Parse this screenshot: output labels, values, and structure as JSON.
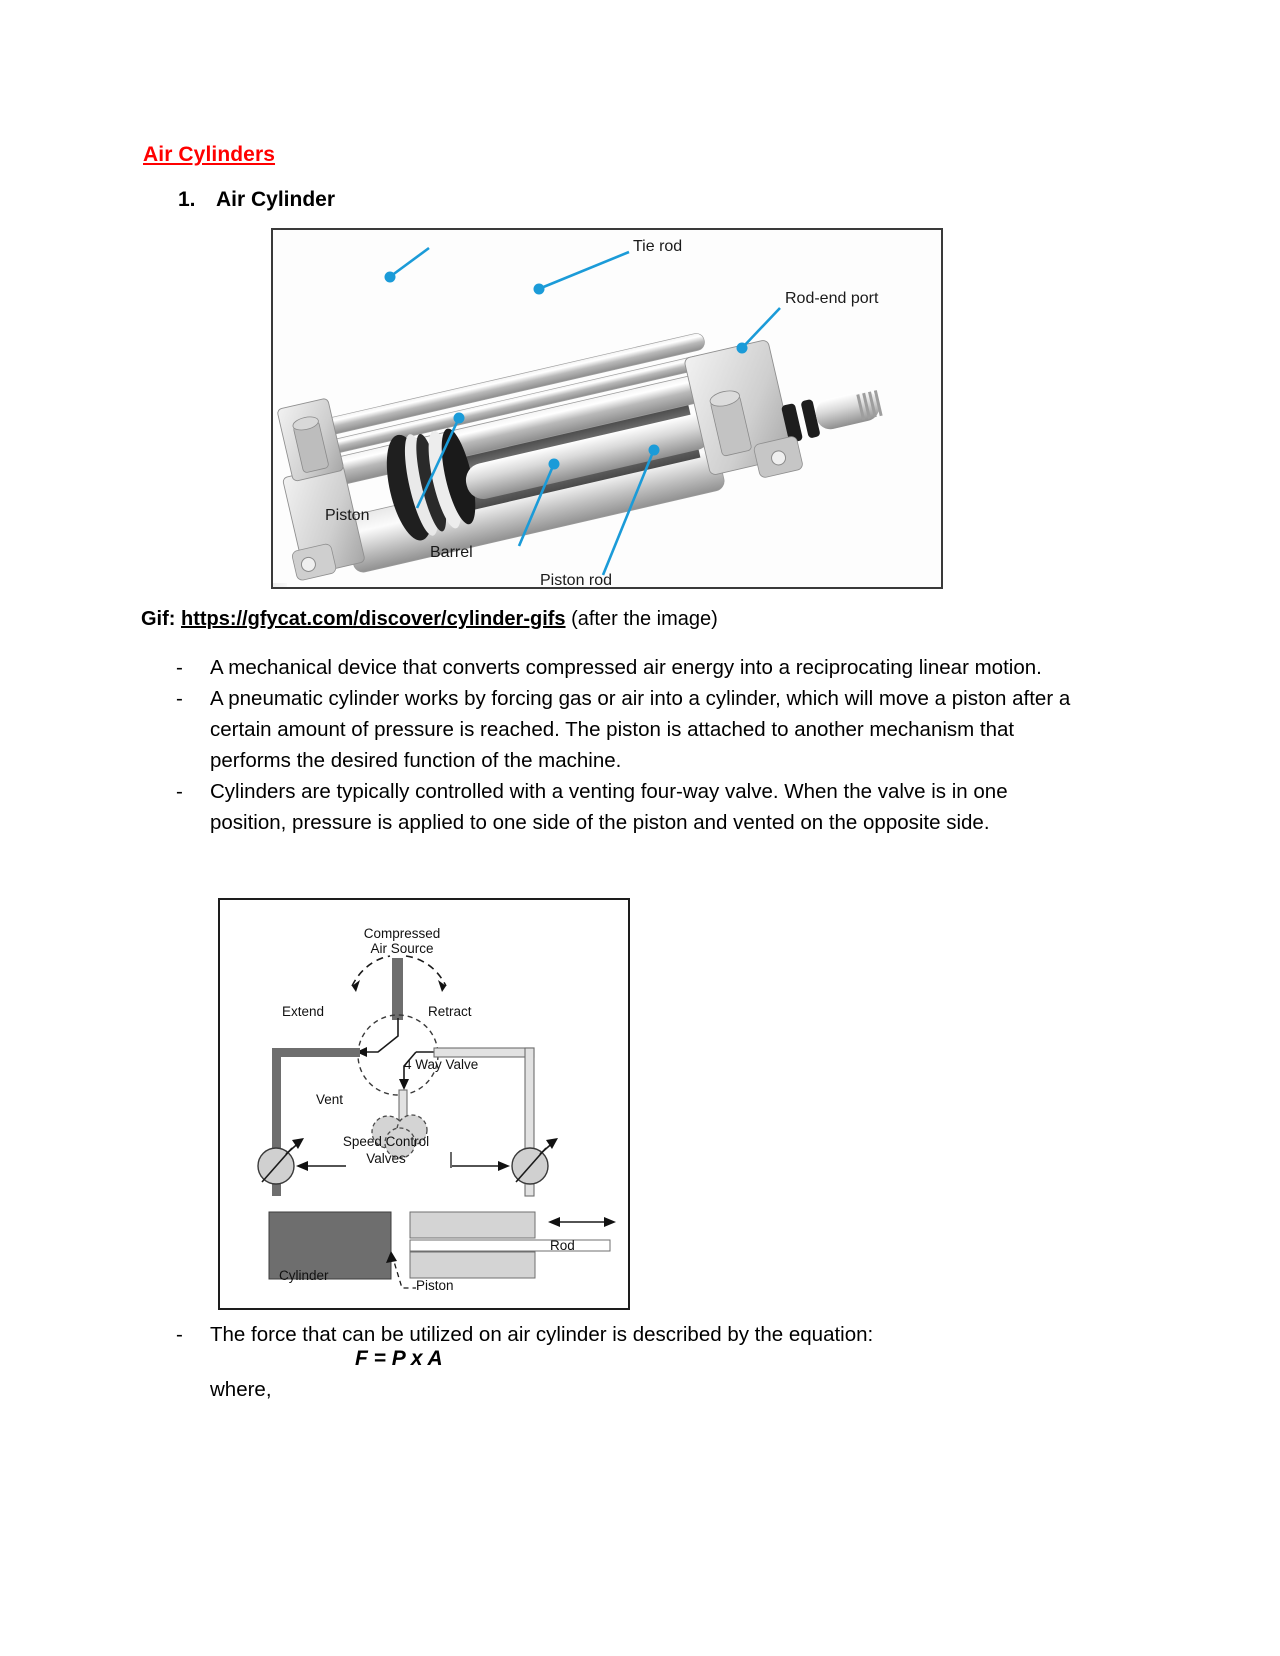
{
  "document": {
    "title": "Air Cylinders",
    "section": {
      "number": "1.",
      "heading": "Air Cylinder"
    }
  },
  "figure1": {
    "name": "air-cylinder-cutaway-photo",
    "labels": {
      "tie_rod": "Tie rod",
      "rod_end_port": "Rod-end port",
      "piston": "Piston",
      "barrel": "Barrel",
      "piston_rod": "Piston rod"
    },
    "callout_color": "#1b9bd8"
  },
  "gif_line": {
    "label": "Gif:",
    "url": "https://gfycat.com/discover/cylinder-gifs",
    "after": " (after the image)"
  },
  "bullets": [
    {
      "marker": "-",
      "text": "A mechanical device that converts compressed air energy into a reciprocating linear motion."
    },
    {
      "marker": "-",
      "text": "A pneumatic cylinder works by forcing gas or air into a cylinder, which will move a piston after a certain amount of pressure is reached. The piston is attached to another mechanism that performs the desired function of the machine."
    },
    {
      "marker": "-",
      "text": "Cylinders are typically controlled with a venting four-way valve. When the valve is in one position, pressure is applied to one side of the piston and vented on the opposite side."
    }
  ],
  "bullet_force": {
    "marker": "-",
    "text": "The force that can be utilized on air cylinder is described by the equation:"
  },
  "formula": "F = P x A",
  "where_label": "where,",
  "figure2": {
    "name": "four-way-valve-schematic",
    "labels": {
      "compressed_air_source": "Compressed\nAir Source",
      "compressed_line1": "Compressed",
      "compressed_line2": "Air Source",
      "extend": "Extend",
      "retract": "Retract",
      "four_way_valve": "4 Way Valve",
      "vent": "Vent",
      "speed_control": "Speed Control",
      "valves": "Valves",
      "rod": "Rod",
      "cylinder": "Cylinder",
      "piston": "Piston"
    },
    "colors": {
      "pressure_line": "#6e6e6e",
      "cylinder_body": "#6e6e6e",
      "piston_fill": "#d4d4d4",
      "vent_fill": "#d4d4d4"
    }
  }
}
